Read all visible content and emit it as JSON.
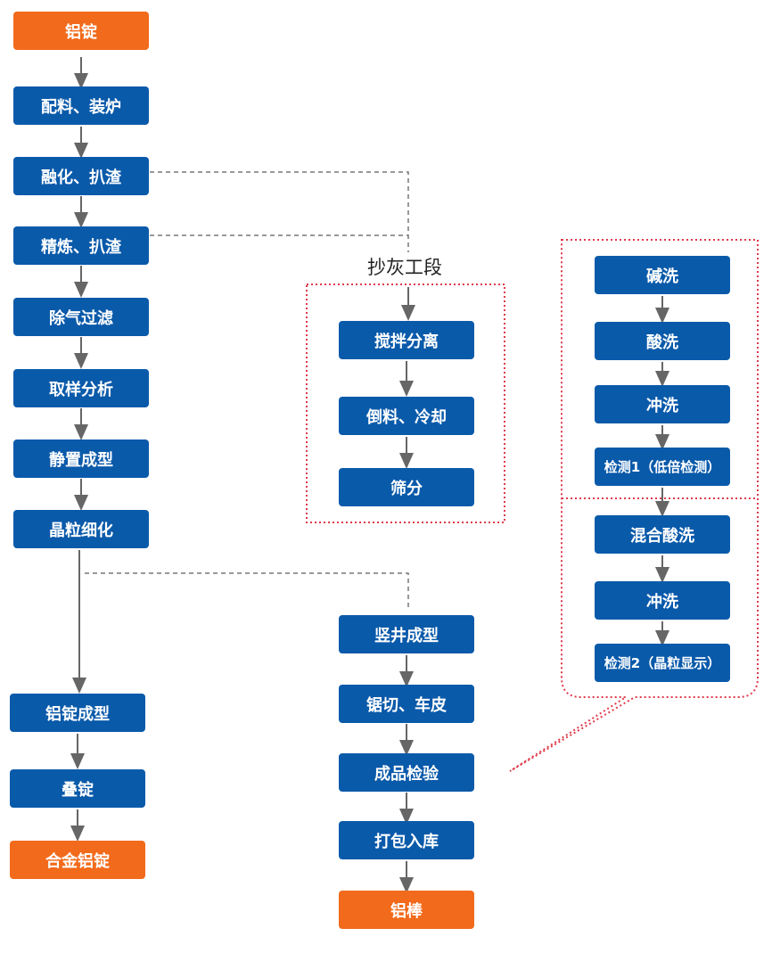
{
  "colors": {
    "process": "#0a5aaa",
    "terminal": "#f26a1b",
    "arrow": "#666666",
    "group_border": "#e03a4a"
  },
  "main_column": [
    "铝锭",
    "配料、装炉",
    "融化、扒渣",
    "精炼、扒渣",
    "除气过滤",
    "取样分析",
    "静置成型",
    "晶粒细化",
    "铝锭成型",
    "叠锭",
    "合金铝锭"
  ],
  "slag_group": {
    "title": "抄灰工段",
    "steps": [
      "搅拌分离",
      "倒料、冷却",
      "筛分"
    ]
  },
  "rod_column": [
    "竖井成型",
    "锯切、车皮",
    "成品检验",
    "打包入库",
    "铝棒"
  ],
  "inspection_group": {
    "upper": [
      "碱洗",
      "酸洗",
      "冲洗",
      "检测1（低倍检测）"
    ],
    "lower": [
      "混合酸洗",
      "冲洗",
      "检测2（晶粒显示）"
    ]
  }
}
